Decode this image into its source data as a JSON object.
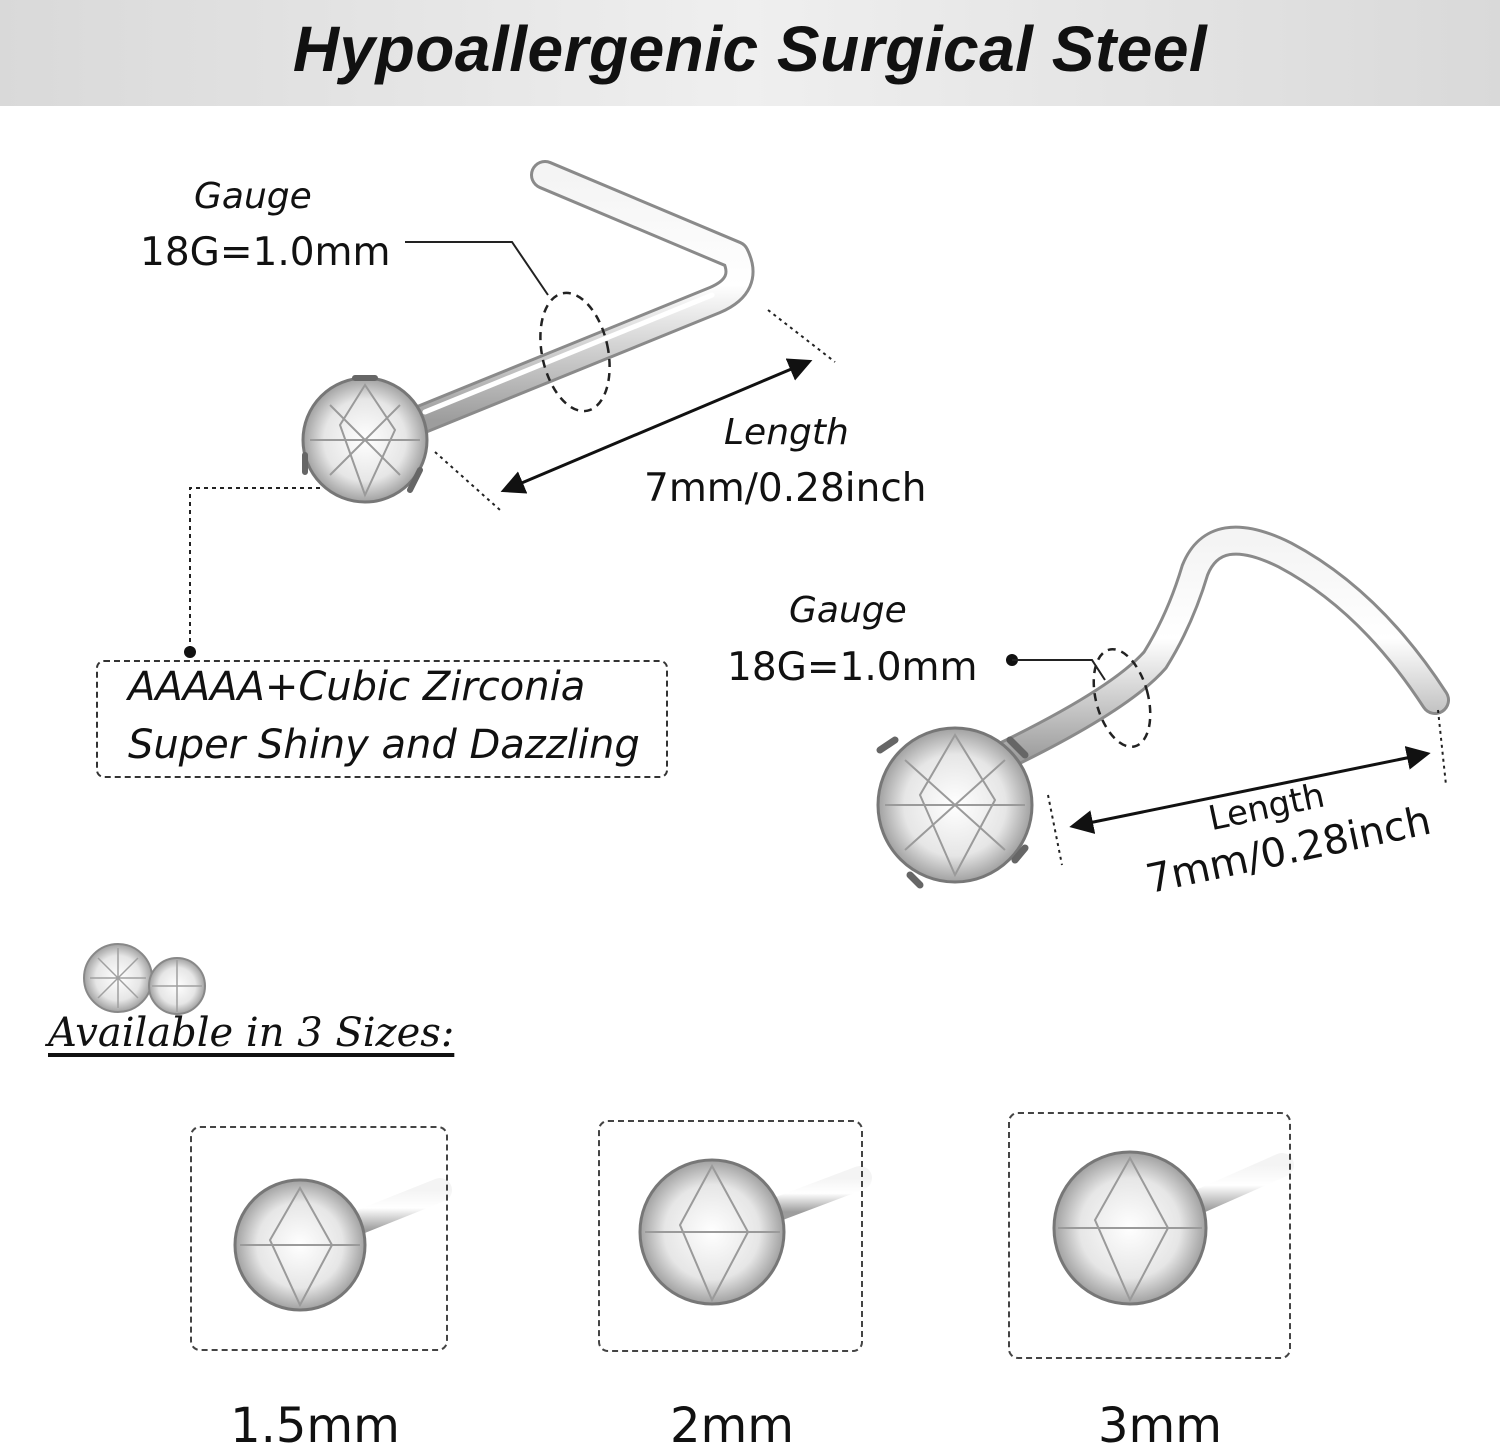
{
  "banner": {
    "title": "Hypoallergenic Surgical Steel"
  },
  "l_shape": {
    "gauge_label": "Gauge",
    "gauge_value": "18G=1.0mm",
    "length_label": "Length",
    "length_value": "7mm/0.28inch"
  },
  "screw_shape": {
    "gauge_label": "Gauge",
    "gauge_value": "18G=1.0mm",
    "length_label": "Length",
    "length_value": "7mm/0.28inch"
  },
  "zirconia": {
    "line1": "AAAAA+Cubic Zirconia",
    "line2": "Super Shiny and Dazzling"
  },
  "sizes": {
    "title": "Available in 3 Sizes:",
    "items": [
      {
        "label": "1.5mm"
      },
      {
        "label": "2mm"
      },
      {
        "label": "3mm"
      }
    ]
  }
}
